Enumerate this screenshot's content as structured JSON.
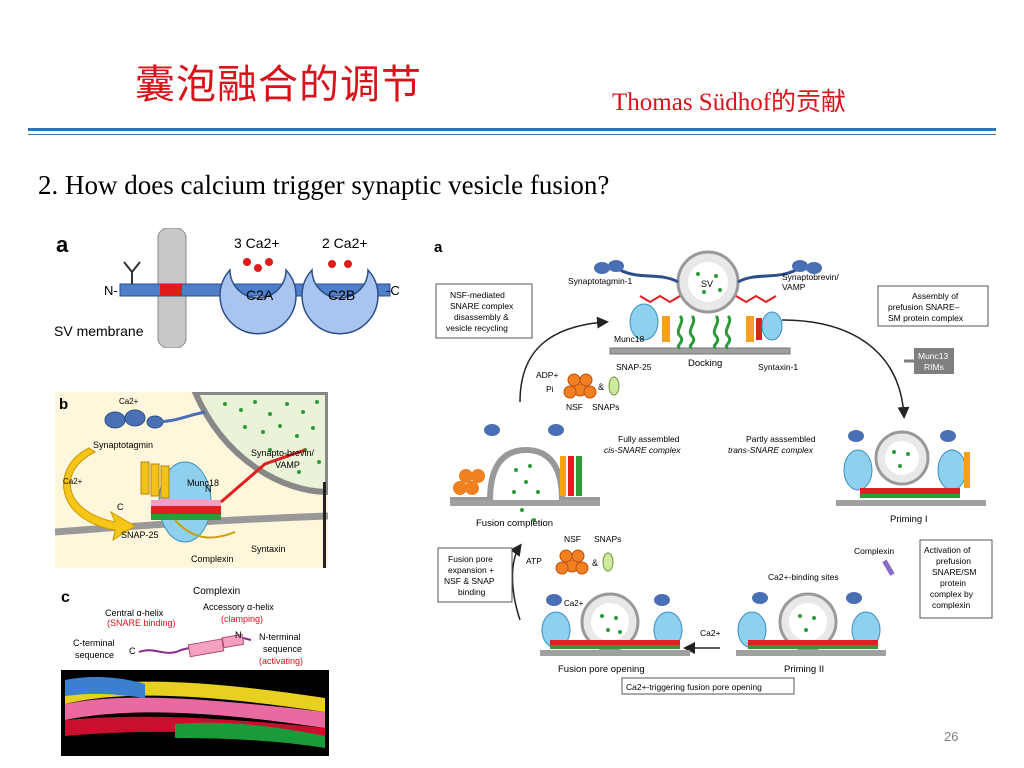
{
  "slide": {
    "title": "囊泡融合的调节",
    "subtitle": "Thomas Südhof的贡献",
    "question": "2. How does calcium trigger synaptic vesicle fusion?",
    "page_number": "26"
  },
  "panel_a_left": {
    "letter": "a",
    "n_label": "N-",
    "c_label": "-C",
    "membrane_label": "SV membrane",
    "c2a_ca": "3 Ca2+",
    "c2b_ca": "2 Ca2+",
    "c2a": "C2A",
    "c2b": "C2B"
  },
  "panel_b": {
    "letter": "b",
    "ca": "Ca2+",
    "synaptotagmin": "Synaptotagmin",
    "synaptobrevin": "Synapto-brevin/",
    "vamp": "VAMP",
    "munc18": "Munc18",
    "ca_arrow": "Ca2+",
    "n": "N",
    "c": "C",
    "snap25": "SNAP-25",
    "syntaxin": "Syntaxin",
    "complexin": "Complexin"
  },
  "panel_c": {
    "letter": "c",
    "complexin": "Complexin",
    "central": "Central α-helix",
    "central_sub": "(SNARE binding)",
    "accessory": "Accessory α-helix",
    "accessory_sub": "(clamping)",
    "cterm1": "C-terminal",
    "cterm2": "sequence",
    "c": "C",
    "n": "N",
    "nterm1": "N-terminal",
    "nterm2": "sequence",
    "nterm3": "(activating)"
  },
  "panel_a_right": {
    "letter": "a",
    "synaptotagmin1": "Synaptotagmin-1",
    "sv": "SV",
    "synaptobrevin1": "Synaptobrevin/",
    "synaptobrevin2": "VAMP",
    "nsf_box": [
      "NSF-mediated",
      "SNARE complex",
      "disassembly &",
      "vesicle recycling"
    ],
    "assembly_box": [
      "Assembly of",
      "prefusion SNARE–",
      "SM protein complex"
    ],
    "munc18": "Munc18",
    "snap25": "SNAP-25",
    "docking": "Docking",
    "syntaxin1": "Syntaxin-1",
    "munc13": [
      "Munc13",
      "RIMs"
    ],
    "adp": "ADP+",
    "pi": "Pi",
    "amp": "&",
    "nsf": "NSF",
    "snaps": "SNAPs",
    "fully1": "Fully assembled",
    "fully2": "cis-SNARE complex",
    "partly1": "Partly asssembled",
    "partly2": "trans-SNARE complex",
    "fusion_completion": "Fusion completion",
    "priming1": "Priming I",
    "pore_box": [
      "Fusion pore",
      "expansion +",
      "NSF & SNAP",
      "binding"
    ],
    "atp": "ATP",
    "nsf2": "NSF",
    "snaps2": "SNAPs",
    "complexin": "Complexin",
    "activation_box": [
      "Activation of",
      "prefusion",
      "SNARE/SM",
      "protein",
      "complex by",
      "complexin"
    ],
    "ca_sites": "Ca2+-binding sites",
    "ca_arrow": "Ca2+",
    "ca_ves": "Ca2+",
    "pore_opening": "Fusion pore opening",
    "priming2": "Priming II",
    "trigger_box": "Ca2+-triggering fusion pore opening"
  },
  "colors": {
    "title_red": "#d8131a",
    "rule_blue": "#2e75b6",
    "protein_blue": "#4a6fb5",
    "munc18_cyan": "#8fd0ef",
    "snare_red": "#e02020",
    "snare_green": "#2e9a3a",
    "snare_orange": "#f08020",
    "snare_yellow": "#e8c020",
    "membrane_gray": "#a0a0a0"
  }
}
